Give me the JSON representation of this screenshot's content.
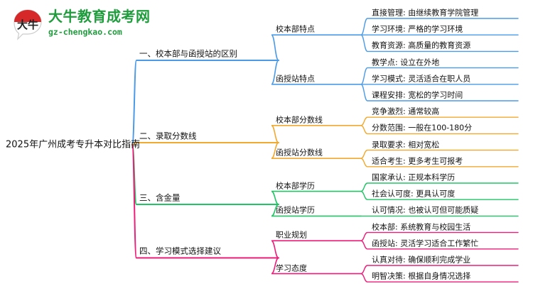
{
  "logo": {
    "mark_text": "大牛",
    "name_cn": "大牛教育成考网",
    "name_en": "gz-chengkao.com",
    "color": "#1f9d3d",
    "mark_color": "#d62828"
  },
  "mindmap": {
    "root": {
      "label": "2025年广州成考专升本对比指南"
    },
    "colors": {
      "branch1": "#4a9ae8",
      "branch2": "#f2a930",
      "branch3": "#22c566",
      "branch4": "#ec1e79"
    },
    "branches": [
      {
        "label": "一、校本部与函授站的区别",
        "color": "#4a9ae8",
        "children": [
          {
            "label": "校本部特点",
            "leaves": [
              "直接管理: 由继续教育学院管理",
              "学习环境: 严格的学习环境",
              "教育资源: 高质量的教育资源"
            ]
          },
          {
            "label": "函授站特点",
            "leaves": [
              "教学点: 设立在外地",
              "学习模式: 灵活适合在职人员",
              "课程安排: 宽松的学习时间"
            ]
          }
        ]
      },
      {
        "label": "二、录取分数线",
        "color": "#f2a930",
        "children": [
          {
            "label": "校本部分数线",
            "leaves": [
              "竞争激烈: 通常较高",
              "分数范围: 一般在100-180分"
            ]
          },
          {
            "label": "函授站分数线",
            "leaves": [
              "录取要求: 相对宽松",
              "适合考生: 更多考生可报考"
            ]
          }
        ]
      },
      {
        "label": "三、含金量",
        "color": "#22c566",
        "children": [
          {
            "label": "校本部学历",
            "leaves": [
              "国家承认: 正规本科学历",
              "社会认可度: 更具认可度"
            ]
          },
          {
            "label": "函授站学历",
            "leaves": [
              "认可情况: 也被认可但可能质疑"
            ]
          }
        ]
      },
      {
        "label": "四、学习模式选择建议",
        "color": "#ec1e79",
        "children": [
          {
            "label": "职业规划",
            "leaves": [
              "校本部: 系统教育与校园生活",
              "函授站: 灵活学习适合工作繁忙"
            ]
          },
          {
            "label": "学习态度",
            "leaves": [
              "认真对待: 确保顺利完成学业",
              "明智决策: 根据自身情况选择"
            ]
          }
        ]
      }
    ]
  }
}
